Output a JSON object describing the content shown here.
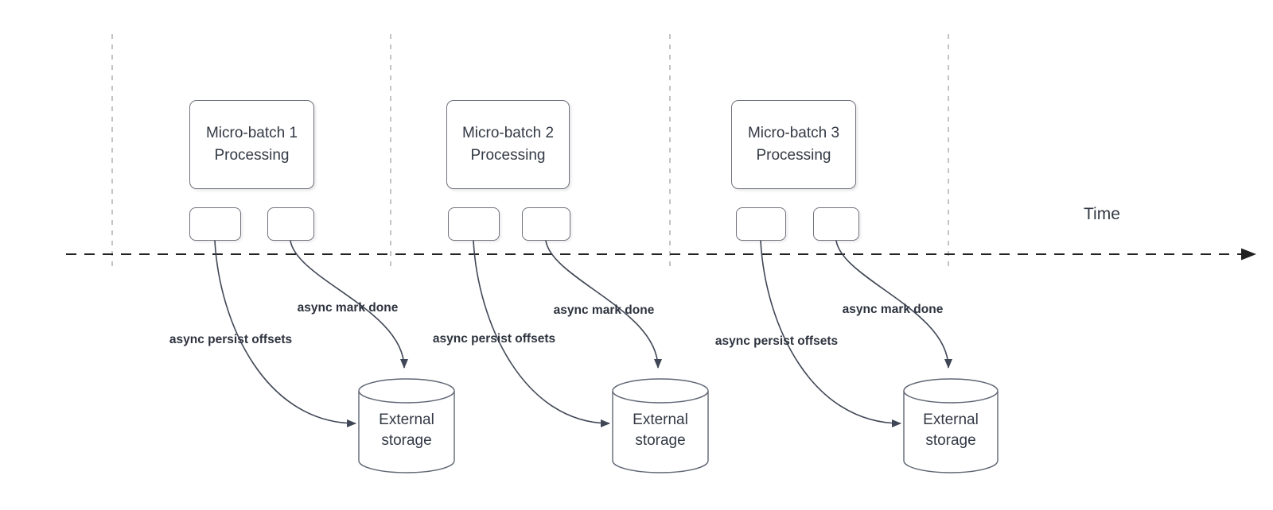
{
  "diagram": {
    "time_label": "Time",
    "batches": [
      {
        "box_title": "Micro-batch 1",
        "box_subtitle": "Processing",
        "persist_label": "async persist offsets",
        "mark_done_label": "async mark done",
        "storage_title": "External",
        "storage_subtitle": "storage"
      },
      {
        "box_title": "Micro-batch 2",
        "box_subtitle": "Processing",
        "persist_label": "async persist offsets",
        "mark_done_label": "async mark done",
        "storage_title": "External",
        "storage_subtitle": "storage"
      },
      {
        "box_title": "Micro-batch 3",
        "box_subtitle": "Processing",
        "persist_label": "async persist offsets",
        "mark_done_label": "async mark done",
        "storage_title": "External",
        "storage_subtitle": "storage"
      }
    ],
    "colors": {
      "curve_stroke": "#3f4655",
      "axis_stroke": "#222222",
      "gridline_stroke": "#ababab",
      "box_border": "#6f737d",
      "cylinder_border": "#5f6673",
      "text": "#333a45",
      "label_text": "#2d333e",
      "background": "#ffffff"
    }
  }
}
